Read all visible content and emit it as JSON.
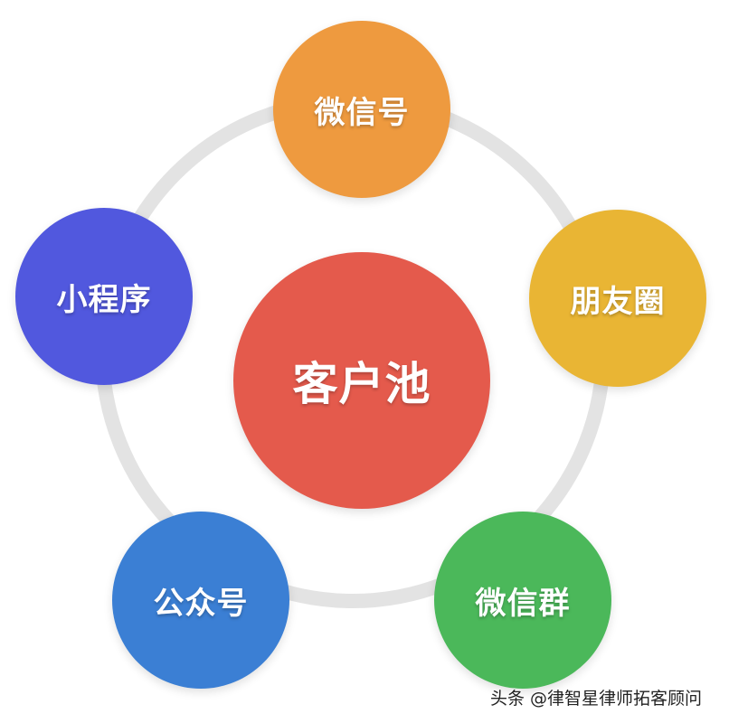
{
  "diagram": {
    "type": "hub-and-spoke",
    "ring_color": "#e3e3e3",
    "center": {
      "label": "客户池",
      "color": "#e45a4c"
    },
    "satellites": [
      {
        "id": "top",
        "label": "微信号",
        "color": "#ee9a3f"
      },
      {
        "id": "right",
        "label": "朋友圈",
        "color": "#e9b534"
      },
      {
        "id": "bottom-right",
        "label": "微信群",
        "color": "#4bb85a"
      },
      {
        "id": "bottom-left",
        "label": "公众号",
        "color": "#3b7fd4"
      },
      {
        "id": "left",
        "label": "小程序",
        "color": "#5158de"
      }
    ]
  },
  "watermark": {
    "text": "头条 @律智星律师拓客顾问"
  }
}
